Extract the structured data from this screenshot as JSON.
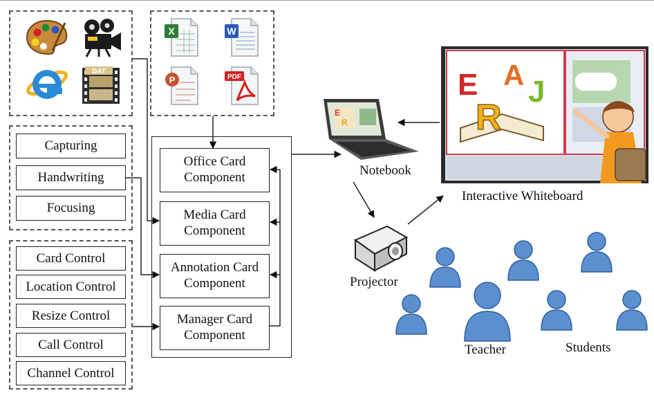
{
  "features": {
    "items": [
      "Capturing",
      "Handwriting",
      "Focusing"
    ]
  },
  "controls": {
    "items": [
      "Card Control",
      "Location Control",
      "Resize Control",
      "Call Control",
      "Channel Control"
    ]
  },
  "components": {
    "office": [
      "Office Card",
      "Component"
    ],
    "media": [
      "Media Card",
      "Component"
    ],
    "annotation": [
      "Annotation Card",
      "Component"
    ],
    "manager": [
      "Manager Card",
      "Component"
    ]
  },
  "file_icons": {
    "excel_badge": "X",
    "word_badge": "W",
    "ppt_badge": "P",
    "pdf_badge": "PDF"
  },
  "media_icons": {
    "film_text": "DAT"
  },
  "whiteboard_art": {
    "letters": [
      "E",
      "A",
      "R",
      "J"
    ]
  },
  "labels": {
    "notebook": "Notebook",
    "whiteboard": "Interactive Whiteboard",
    "projector": "Projector",
    "teacher": "Teacher",
    "students": "Students"
  },
  "colors": {
    "person": "#5b8fd0",
    "person_dark": "#2f5f9f",
    "excel": "#2e7d32",
    "word": "#2a5bb5",
    "ppt": "#c5522e",
    "pdf": "#d32020"
  }
}
